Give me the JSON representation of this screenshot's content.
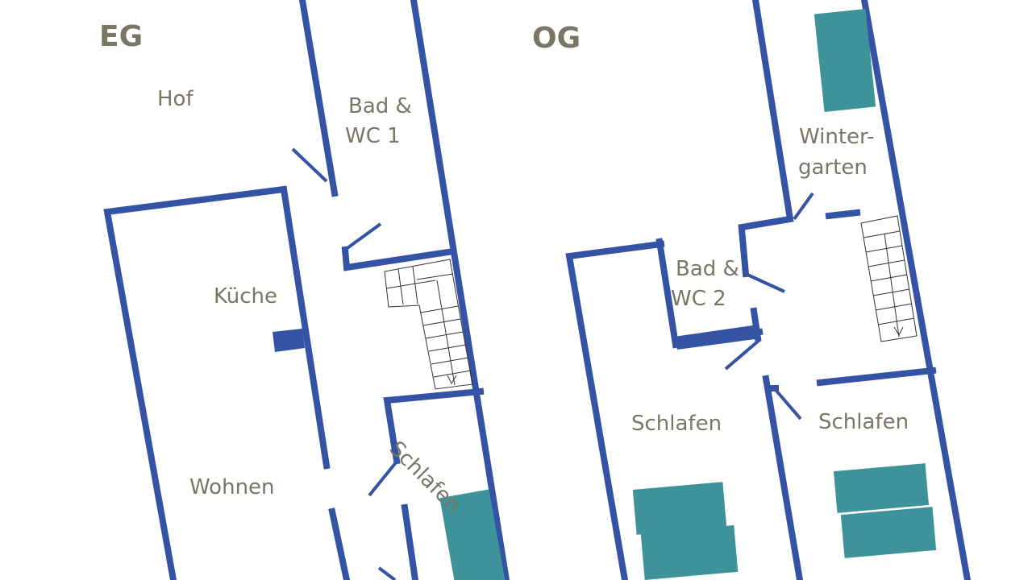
{
  "floors": [
    {
      "title": "EG",
      "rooms": [
        "Hof",
        "Bad &",
        "WC 1",
        "Küche",
        "Wohnen",
        "Schlafen"
      ]
    },
    {
      "title": "OG",
      "rooms": [
        "Winter-",
        "garten",
        "Bad &",
        "WC 2",
        "Schlafen",
        "Schlafen"
      ]
    }
  ],
  "colors": {
    "wall": "#3553a5",
    "bed": "#3e9299",
    "text": "#7a7565"
  }
}
